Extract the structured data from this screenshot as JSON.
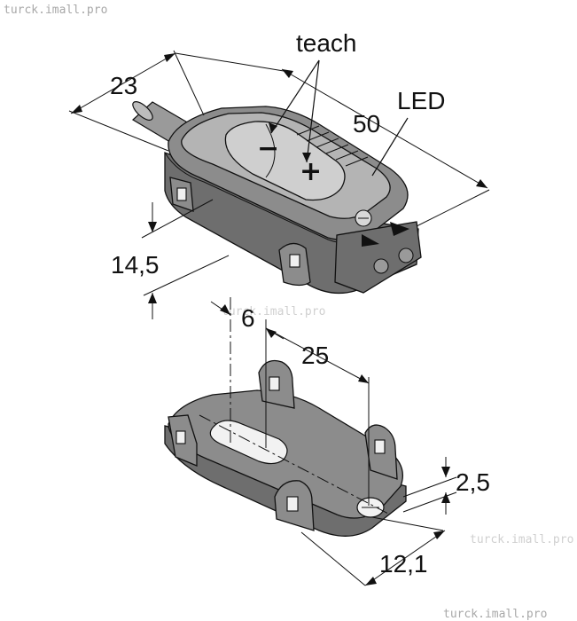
{
  "watermarks": {
    "top_left": "turck.imall.pro",
    "center": "turck.imall.pro",
    "right_mid": "turck.imall.pro",
    "bottom_right": "turck.imall.pro"
  },
  "labels": {
    "teach": "teach",
    "led": "LED",
    "minus": "−",
    "plus": "+"
  },
  "dimensions": {
    "width_23": "23",
    "length_50": "50",
    "height_14_5": "14,5",
    "hole_6": "6",
    "pitch_25": "25",
    "thickness_2_5": "2,5",
    "depth_12_1": "12,1"
  },
  "colors": {
    "housing_dark": "#6e6e6e",
    "housing_mid": "#8c8c8c",
    "housing_light": "#b4b4b4",
    "watermark": "#a8a8a8"
  }
}
